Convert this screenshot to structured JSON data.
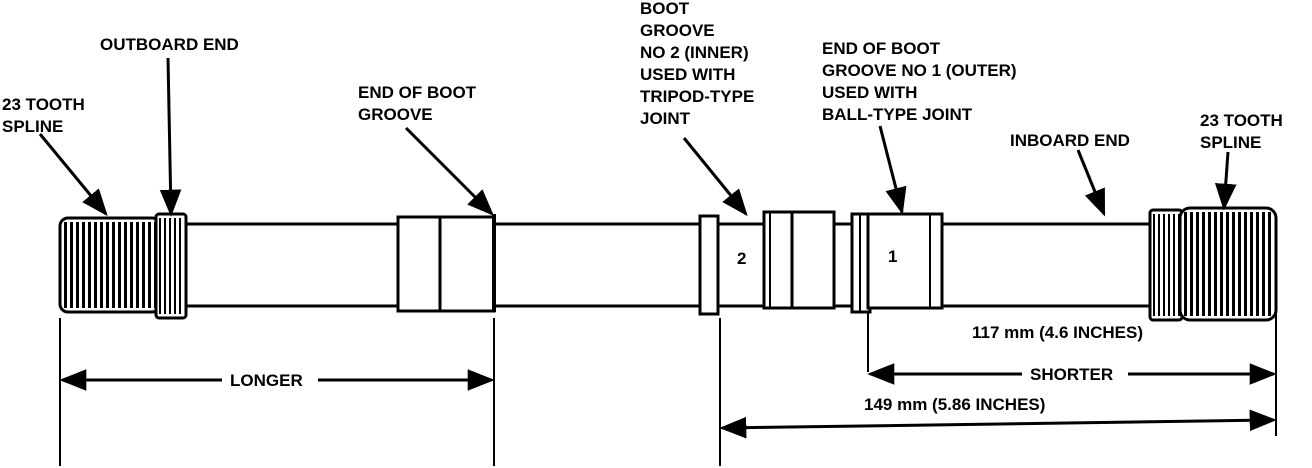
{
  "labels": {
    "spline_left": [
      "23 TOOTH",
      "SPLINE"
    ],
    "outboard_end": "OUTBOARD END",
    "end_boot_groove": [
      "END OF BOOT",
      "GROOVE"
    ],
    "boot_groove_2": [
      "BOOT",
      "GROOVE",
      "NO 2 (INNER)",
      "USED WITH",
      "TRIPOD-TYPE",
      "JOINT"
    ],
    "boot_groove_1": [
      "END OF BOOT",
      "GROOVE NO 1 (OUTER)",
      "USED WITH",
      "BALL-TYPE JOINT"
    ],
    "inboard_end": "INBOARD END",
    "spline_right": [
      "23 TOOTH",
      "SPLINE"
    ]
  },
  "groove_numbers": {
    "inner": "2",
    "outer": "1"
  },
  "dimensions": {
    "longer": "LONGER",
    "d117": "117 mm (4.6 INCHES)",
    "shorter": "SHORTER",
    "d149": "149 mm (5.86 INCHES)"
  }
}
